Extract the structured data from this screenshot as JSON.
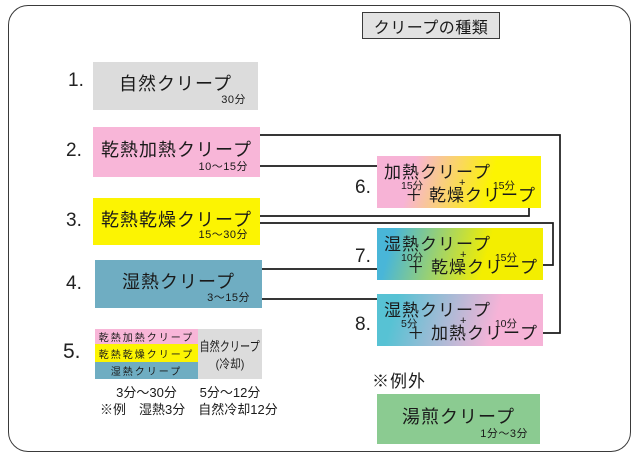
{
  "title": "クリープの種類",
  "left_items": [
    {
      "num": "1.",
      "label": "自然クリープ",
      "duration": "30分"
    },
    {
      "num": "2.",
      "label": "乾熱加熱クリープ",
      "duration": "10〜15分"
    },
    {
      "num": "3.",
      "label": "乾熱乾燥クリープ",
      "duration": "15〜30分"
    },
    {
      "num": "4.",
      "label": "湿熱クリープ",
      "duration": "3〜15分"
    }
  ],
  "item5": {
    "num": "5.",
    "layers": [
      {
        "label": "乾熱加熱クリープ"
      },
      {
        "label": "乾熱乾燥クリープ"
      },
      {
        "label": "湿熱クリープ"
      }
    ],
    "cooling_box": {
      "line1": "自然クリープ",
      "line2": "(冷却)"
    },
    "layers_duration": "3分〜30分",
    "cooling_duration": "5分〜12分",
    "example_note": "※例　湿熱3分　自然冷却12分"
  },
  "combos": [
    {
      "num": "6.",
      "main": "加熱クリープ",
      "main_duration": "15分",
      "plus": "+",
      "second_duration": "15分",
      "second": "＋ 乾燥クリープ"
    },
    {
      "num": "7.",
      "main": "湿熱クリープ",
      "main_duration": "10分",
      "plus": "+",
      "second_duration": "15分",
      "second": "＋ 乾燥クリープ"
    },
    {
      "num": "8.",
      "main": "湿熱クリープ",
      "main_duration": "5分",
      "plus": "+",
      "second_duration": "10分",
      "second": "＋ 加熱クリープ"
    }
  ],
  "exception": {
    "heading": "※例外",
    "label": "湯煎クリープ",
    "duration": "1分〜3分"
  },
  "colors": {
    "gray": "#dcdcdc",
    "pink": "#f8b6d8",
    "yellow": "#fcf402",
    "teal": "#6fadc2",
    "cyan": "#57c2d4",
    "green": "#8bcb91",
    "line": "#1a1a1a"
  }
}
